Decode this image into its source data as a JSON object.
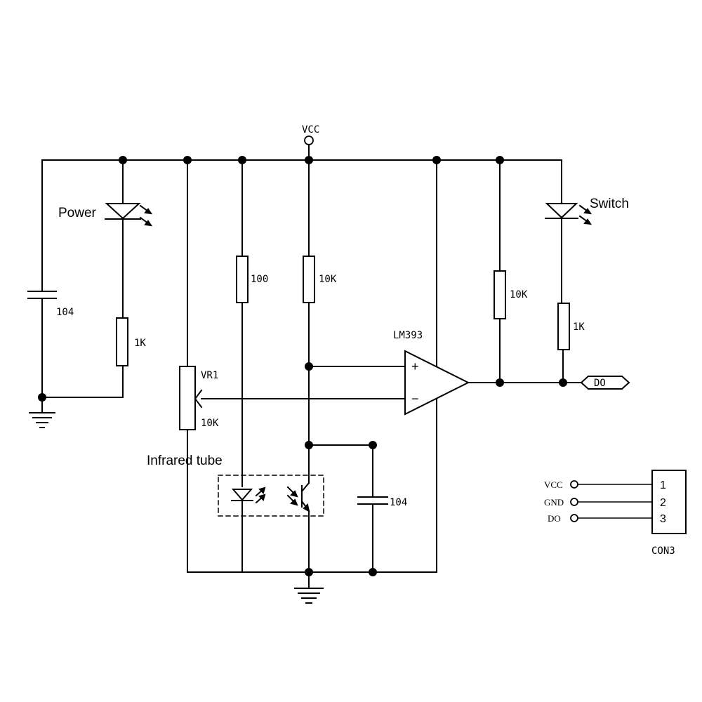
{
  "labels": {
    "vcc": "VCC",
    "power": "Power",
    "switch": "Switch",
    "cap_left": "104",
    "res_power_led": "1K",
    "res_100": "100",
    "res_10k_mid": "10K",
    "vr1": "VR1",
    "vr1_value": "10K",
    "ic": "LM393",
    "plus": "+",
    "minus": "−",
    "res_10k_right": "10K",
    "res_1k_right": "1K",
    "do_tag": "DO",
    "infrared_tube": "Infrared tube",
    "cap_mid": "104"
  },
  "connector": {
    "name": "CON3",
    "pins": [
      {
        "net": "VCC",
        "number": "1"
      },
      {
        "net": "GND",
        "number": "2"
      },
      {
        "net": "DO",
        "number": "3"
      }
    ]
  }
}
